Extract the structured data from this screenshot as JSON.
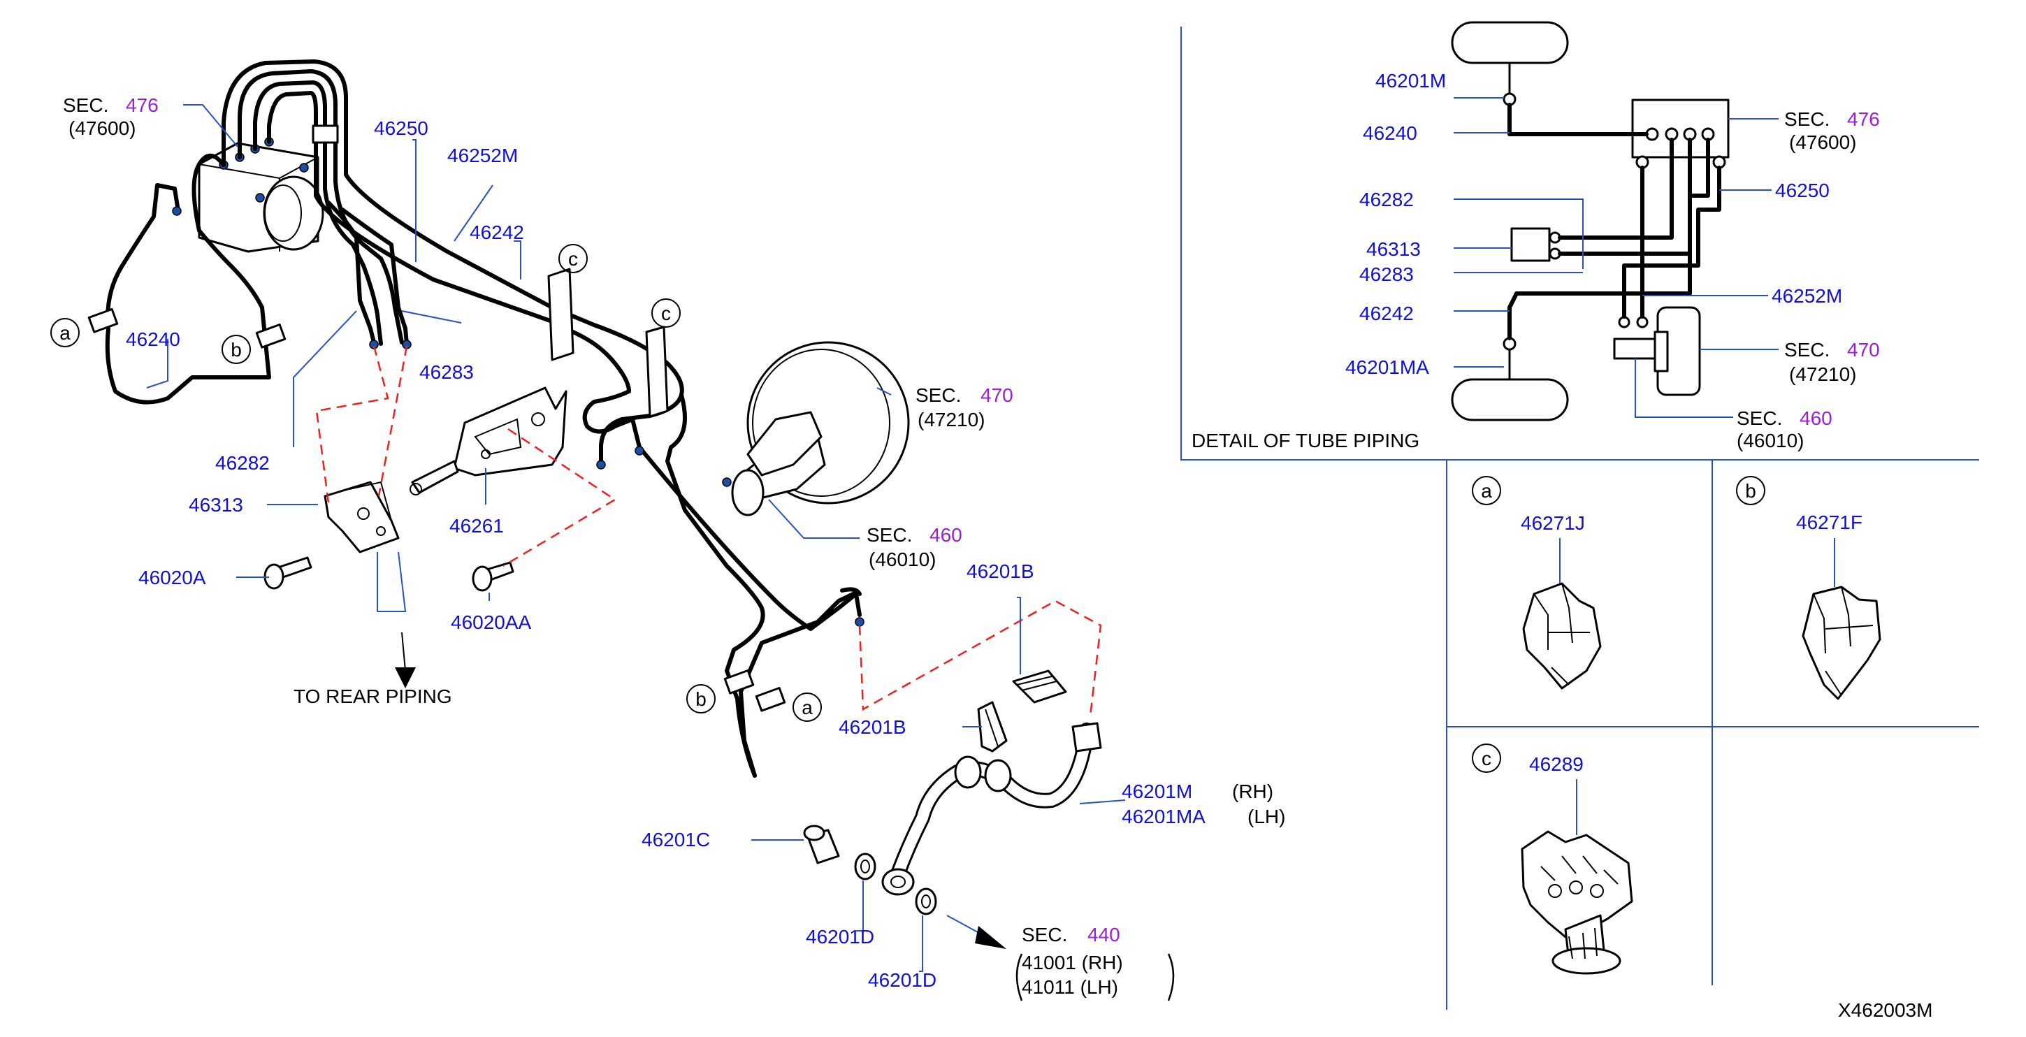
{
  "labels": {
    "sec476_a": "SEC.",
    "sec476_num": "476",
    "sec476_sub": "(47600)",
    "p46250": "46250",
    "p46252M": "46252M",
    "p46242": "46242",
    "p46240": "46240",
    "p46283": "46283",
    "p46282": "46282",
    "p46313": "46313",
    "p46261": "46261",
    "p46020A": "46020A",
    "p46020AA": "46020AA",
    "sec470_a": "SEC.",
    "sec470_num": "470",
    "sec470_sub": "(47210)",
    "sec460_a": "SEC.",
    "sec460_num": "460",
    "sec460_sub": "(46010)",
    "rear_piping": "TO   REAR   PIPING",
    "p46201B_1": "46201B",
    "p46201B_2": "46201B",
    "p46201M": "46201M",
    "rh": "(RH)",
    "p46201MA": "46201MA",
    "lh": "(LH)",
    "p46201C": "46201C",
    "p46201D_1": "46201D",
    "p46201D_2": "46201D",
    "sec440_a": "SEC.",
    "sec440_num": "440",
    "sec440_rh": "41001   (RH)",
    "sec440_lh": "41011   (LH)",
    "clip_a": "a",
    "clip_b": "b",
    "clip_c": "c"
  },
  "detail": {
    "p46201M": "46201M",
    "p46240": "46240",
    "p46282": "46282",
    "p46313": "46313",
    "p46283": "46283",
    "p46242": "46242",
    "p46201MA": "46201MA",
    "p46250": "46250",
    "p46252M": "46252M",
    "sec476_a": "SEC.",
    "sec476_num": "476",
    "sec476_sub": "(47600)",
    "sec470_a": "SEC.",
    "sec470_num": "470",
    "sec470_sub": "(47210)",
    "sec460_a": "SEC.",
    "sec460_num": "460",
    "sec460_sub": "(46010)",
    "title": "DETAIL   OF   TUBE   PIPING"
  },
  "clips": {
    "a_letter": "a",
    "a_part": "46271J",
    "b_letter": "b",
    "b_part": "46271F",
    "c_letter": "c",
    "c_part": "46289"
  },
  "diagram_id": "X462003M",
  "colors": {
    "part": "#1010d8",
    "section": "#9a20d8",
    "leader": "#2850c8",
    "phantom": "#ee2020"
  }
}
